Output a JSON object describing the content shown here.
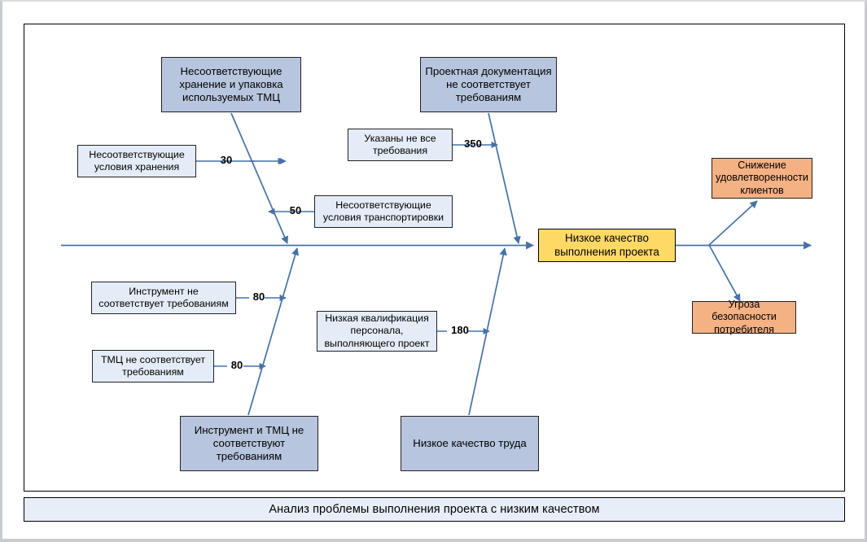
{
  "diagram": {
    "type": "fishbone-ishikawa",
    "caption": "Анализ проблемы выполнения проекта с низким качеством",
    "colors": {
      "major_cause_fill": "#b7c5de",
      "minor_cause_fill": "#e4ecf7",
      "effect_fill": "#ffd966",
      "consequence_fill": "#f4b183",
      "connector": "#4472a8",
      "frame": "#000000",
      "caption_fill": "#e8eef7"
    },
    "effect": {
      "label": "Низкое качество выполнения проекта"
    },
    "major_causes": [
      {
        "id": "storage-packaging",
        "label": "Несоответствующие хранение и упаковка используемых ТМЦ"
      },
      {
        "id": "project-docs",
        "label": "Проектная документация не соответствует требованиям"
      },
      {
        "id": "tools-materials",
        "label": "Инструмент и ТМЦ не соответствуют требованиям"
      },
      {
        "id": "low-labor-quality",
        "label": "Низкое качество труда"
      }
    ],
    "minor_causes": [
      {
        "id": "storage-conditions",
        "label": "Несоответствующие условия хранения",
        "weight": "30"
      },
      {
        "id": "incomplete-reqs",
        "label": "Указаны не все требования",
        "weight": "350"
      },
      {
        "id": "transport-conditions",
        "label": "Несоответствующие условия транспортировки",
        "weight": "50"
      },
      {
        "id": "tool-nonconform",
        "label": "Инструмент не соответствует требованиям",
        "weight": "80"
      },
      {
        "id": "materials-nonconform",
        "label": "ТМЦ не соответствует требованиям",
        "weight": "80"
      },
      {
        "id": "low-qualification",
        "label": "Низкая квалификация персонала, выполняющего проект",
        "weight": "180"
      }
    ],
    "consequences": [
      {
        "id": "customer-satisfaction",
        "label": "Снижение удовлетворенности клиентов"
      },
      {
        "id": "consumer-safety",
        "label": "Угроза безопасности потребителя"
      }
    ]
  }
}
